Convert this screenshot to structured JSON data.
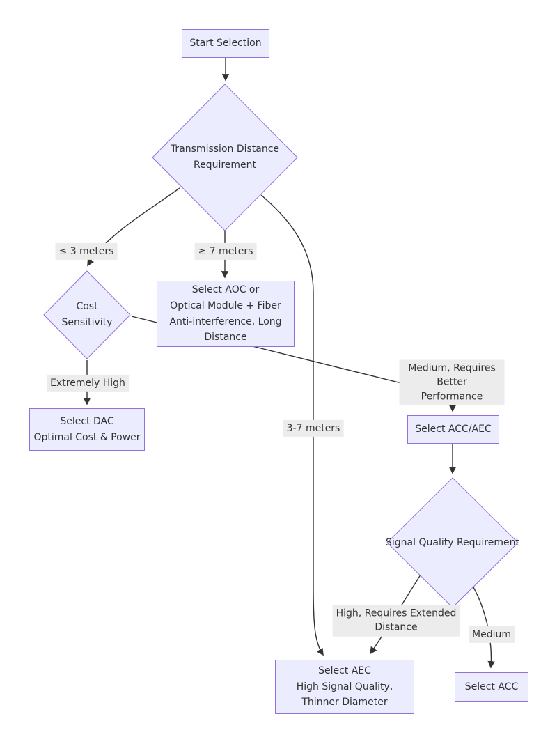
{
  "diagram_type": "flowchart",
  "colors": {
    "canvas_bg": "#ffffff",
    "node_fill": "#ECECFF",
    "node_border": "#9370DB",
    "edge": "#333333",
    "label_bg": "#ececec",
    "text": "#333333"
  },
  "nodes": {
    "start": {
      "shape": "rect",
      "label": "Start Selection"
    },
    "distance": {
      "shape": "diamond",
      "label": "Transmission Distance\nRequirement"
    },
    "cost": {
      "shape": "diamond",
      "label": "Cost Sensitivity"
    },
    "aoc": {
      "shape": "rect",
      "label": "Select AOC or\nOptical Module + Fiber\nAnti-interference, Long\nDistance"
    },
    "dac": {
      "shape": "rect",
      "label": "Select DAC\nOptimal Cost & Power"
    },
    "accaec": {
      "shape": "rect",
      "label": "Select ACC/AEC"
    },
    "signal": {
      "shape": "diamond",
      "label": "Signal Quality Requirement"
    },
    "aec": {
      "shape": "rect",
      "label": "Select AEC\nHigh Signal Quality,\nThinner Diameter"
    },
    "acc": {
      "shape": "rect",
      "label": "Select ACC"
    }
  },
  "edge_labels": {
    "le_3_meters": "≤ 3 meters",
    "ge_7_meters": "≥ 7 meters",
    "range_3_7_meters": "3-7 meters",
    "extremely_high": "Extremely High",
    "medium_requires_better_performance": "Medium, Requires Better\nPerformance",
    "high_requires_extended_distance": "High, Requires Extended\nDistance",
    "medium": "Medium"
  },
  "edges": [
    {
      "from": "start",
      "to": "distance",
      "label": ""
    },
    {
      "from": "distance",
      "to": "cost",
      "label": "≤ 3 meters"
    },
    {
      "from": "distance",
      "to": "aoc",
      "label": "≥ 7 meters"
    },
    {
      "from": "distance",
      "to": "aec",
      "label": "3-7 meters"
    },
    {
      "from": "cost",
      "to": "dac",
      "label": "Extremely High"
    },
    {
      "from": "cost",
      "to": "accaec",
      "label": "Medium, Requires Better Performance"
    },
    {
      "from": "accaec",
      "to": "signal",
      "label": ""
    },
    {
      "from": "signal",
      "to": "aec",
      "label": "High, Requires Extended Distance"
    },
    {
      "from": "signal",
      "to": "acc",
      "label": "Medium"
    }
  ]
}
